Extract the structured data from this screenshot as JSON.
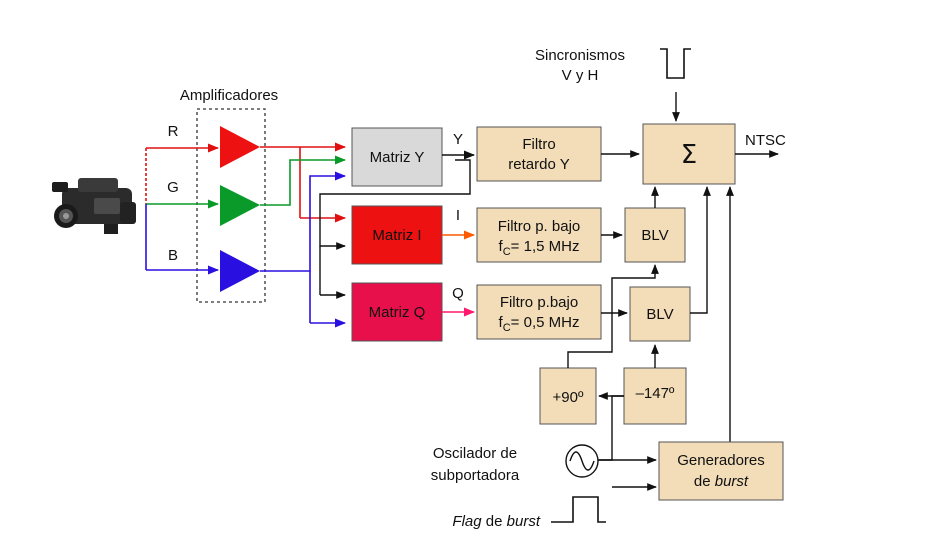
{
  "labels": {
    "amplificadores": "Amplificadores",
    "sincronismos_line1": "Sincronismos",
    "sincronismos_line2": "V y H",
    "r": "R",
    "g": "G",
    "b": "B",
    "y": "Y",
    "i": "I",
    "q": "Q",
    "ntsc": "NTSC",
    "oscilador_line1": "Oscilador de",
    "oscilador_line2": "subportadora",
    "flag_italic": "Flag",
    "flag_rest": " de ",
    "flag_burst": "burst"
  },
  "blocks": {
    "matriz_y": "Matriz Y",
    "matriz_i": "Matriz I",
    "matriz_q": "Matriz Q",
    "filtro_y_line1": "Filtro",
    "filtro_y_line2": "retardo Y",
    "filtro_i_line1": "Filtro p. bajo",
    "filtro_i_f": "f",
    "filtro_i_sub": "C",
    "filtro_i_val": "= 1,5 MHz",
    "filtro_q_line1": "Filtro p.bajo",
    "filtro_q_f": "f",
    "filtro_q_sub": "C",
    "filtro_q_val": "= 0,5 MHz",
    "blv_1": "BLV",
    "blv_2": "BLV",
    "sum": "Σ",
    "phase_90": "+90º",
    "phase_147": "–147º",
    "generadores_line1": "Generadores",
    "generadores_line2_prefix": "de ",
    "generadores_line2_italic": "burst"
  },
  "colors": {
    "red": "#e01010",
    "green": "#0a9a2a",
    "blue": "#2a10e0",
    "pink": "#ff1a6e",
    "orange": "#ff5a00",
    "block_fill": "#f2ddb8",
    "matriz_y_fill": "#d9d9d9",
    "matriz_i_fill": "#ee1111",
    "matriz_q_fill": "#e8104a"
  }
}
